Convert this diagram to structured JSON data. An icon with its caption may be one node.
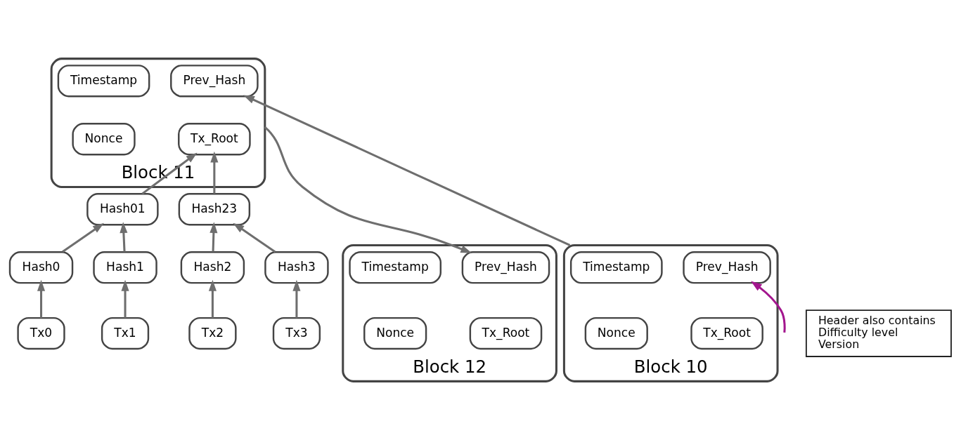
{
  "diagram": {
    "nodes": [
      {
        "text": [
          "Block 10"
        ]
      },
      {
        "text": [
          "Prev_Hash"
        ],
        "in": 0
      },
      {
        "text": [
          "Timestamp"
        ],
        "in": 0
      },
      {
        "text": [
          "Tx_Root"
        ],
        "in": 0
      },
      {
        "text": [
          "Nonce"
        ],
        "in": 0
      },
      {
        "text": [
          "Block 11"
        ]
      },
      {
        "text": [
          "Prev_Hash"
        ],
        "in": 5
      },
      {
        "text": [
          "Timestamp"
        ],
        "in": 5
      },
      {
        "text": [
          "Tx_Root"
        ],
        "in": 5
      },
      {
        "text": [
          "Nonce"
        ],
        "in": 5
      },
      {
        "text": [
          "Block 12"
        ]
      },
      {
        "text": [
          "Prev_Hash"
        ],
        "in": 10
      },
      {
        "text": [
          "Timestamp"
        ],
        "in": 10
      },
      {
        "text": [
          "Tx_Root"
        ],
        "in": 10
      },
      {
        "text": [
          "Nonce"
        ],
        "in": 10
      },
      {
        "text": [
          "Header also contains",
          "Difficulty level",
          "Version"
        ]
      },
      {
        "text": [
          "Hash01"
        ]
      },
      {
        "text": [
          "Hash23"
        ]
      },
      {
        "text": [
          "Hash0"
        ]
      },
      {
        "text": [
          "Hash1"
        ]
      },
      {
        "text": [
          "Hash2"
        ]
      },
      {
        "text": [
          "Hash3"
        ]
      },
      {
        "text": [
          "Tx0"
        ]
      },
      {
        "text": [
          "Tx1"
        ]
      },
      {
        "text": [
          "Tx2"
        ]
      },
      {
        "text": [
          "Tx3"
        ]
      }
    ],
    "edges": [
      {
        "from": null,
        "to": 1,
        "arrow": "to",
        "color": "#a3168e"
      },
      {
        "from": 0,
        "to": 6,
        "arrow": "to"
      },
      {
        "from": 5,
        "to": 11,
        "arrow": "to"
      },
      {
        "from": 16,
        "to": 8,
        "arrow": "to"
      },
      {
        "from": 17,
        "to": 8,
        "arrow": "to"
      },
      {
        "from": 18,
        "to": 16,
        "arrow": "to"
      },
      {
        "from": 19,
        "to": 16,
        "arrow": "to"
      },
      {
        "from": 20,
        "to": 17,
        "arrow": "to"
      },
      {
        "from": 21,
        "to": 17,
        "arrow": "to"
      },
      {
        "from": 22,
        "to": 18,
        "arrow": "to"
      },
      {
        "from": 23,
        "to": 19,
        "arrow": "to"
      },
      {
        "from": 24,
        "to": 20,
        "arrow": "to"
      },
      {
        "from": 25,
        "to": 21,
        "arrow": "to"
      }
    ]
  }
}
